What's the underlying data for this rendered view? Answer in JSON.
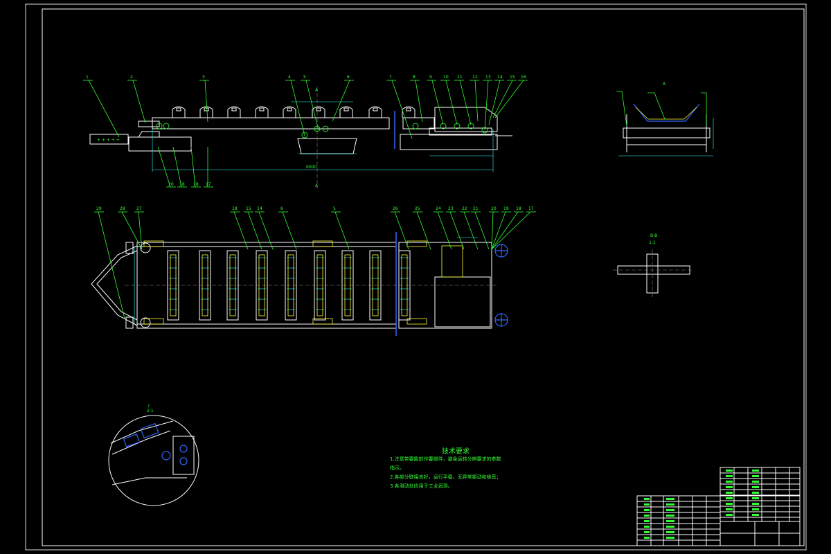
{
  "drawing": {
    "background": "#000000",
    "colors": {
      "frame": "#ffffff",
      "annotation": "#33ff33",
      "dimension": "#33ffff",
      "roller": "#ffff33",
      "belt": "#3366ff"
    },
    "section_label_a": "A",
    "detail_label": "I",
    "detail_scale": "2:1"
  },
  "leaders_top": [
    "1",
    "2",
    "3",
    "4",
    "5",
    "6",
    "7",
    "8",
    "9",
    "10",
    "11",
    "12",
    "13",
    "14",
    "15",
    "16"
  ],
  "leaders_bottom": [
    "20",
    "18",
    "18",
    "17"
  ],
  "leaders_plan": [
    "29",
    "28",
    "27",
    "18",
    "15",
    "14",
    "6",
    "5",
    "26",
    "25",
    "24",
    "23",
    "22",
    "21",
    "20",
    "19",
    "18",
    "17"
  ],
  "notes": {
    "title": "技术要求",
    "line1": "1.注意带要能前作要部件，避免运转分辨要求的参数",
    "line1b": "指示。",
    "line2": "2.各部分联接良好，运行平稳，无异常振动和噪音；",
    "line3": "3.各滑动处应用于工业润滑。"
  }
}
